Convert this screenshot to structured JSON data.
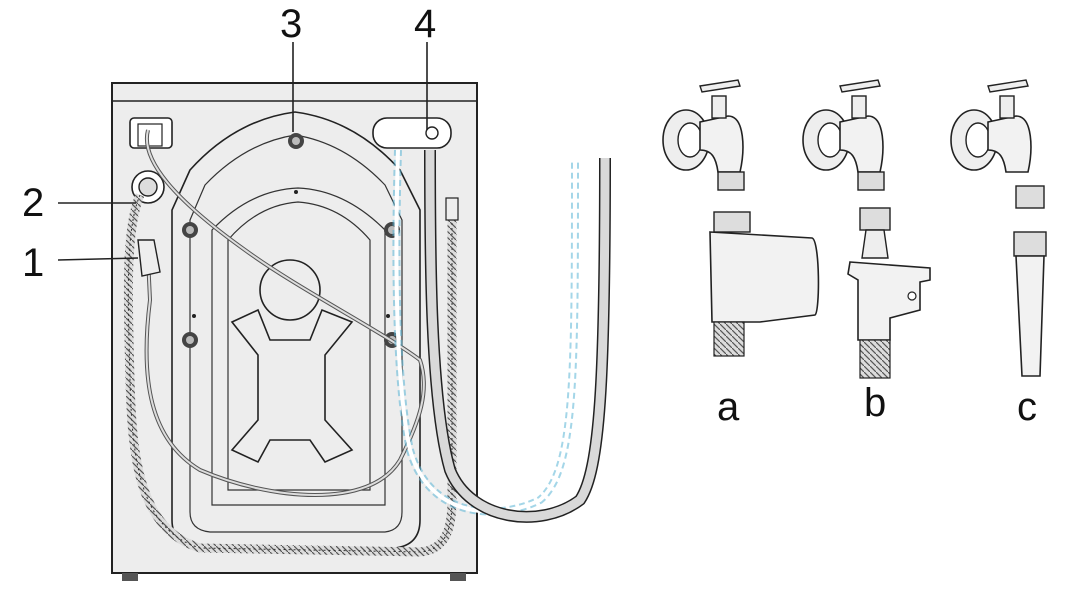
{
  "callouts": {
    "c1": "1",
    "c2": "2",
    "c3": "3",
    "c4": "4"
  },
  "options": {
    "a": "a",
    "b": "b",
    "c": "c"
  },
  "colors": {
    "line": "#222222",
    "panel": "#ececec",
    "dashed_hose": "#5ab4d6",
    "hose": "#d9d9d9"
  }
}
